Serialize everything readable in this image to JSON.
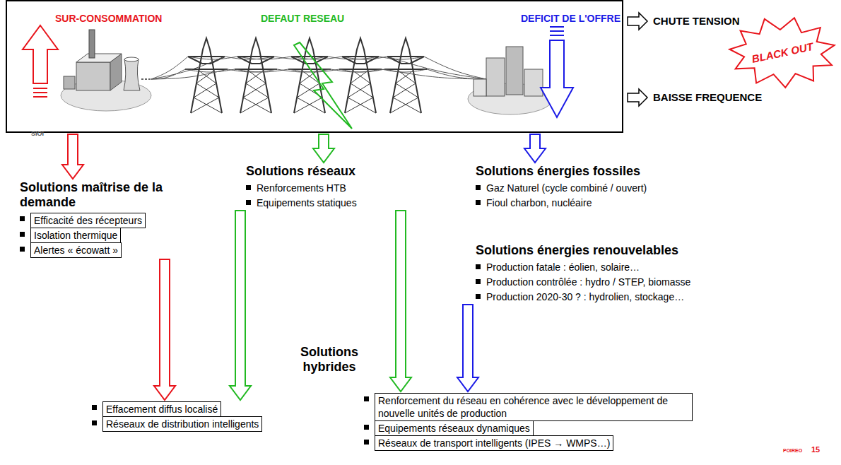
{
  "diagram": {
    "nodes": [
      {
        "text": [
          "SUR-CONSOMMATION",
          "DEFAUT RESEAU",
          "DEFICIT DE L'OFFRE"
        ]
      },
      {
        "text": [
          "BLACK OUT"
        ]
      },
      {
        "text": [
          "Solutions maîtrise de la demande",
          "Efficacité des récepteurs",
          "Isolation thermique",
          "Alertes « écowatt »"
        ]
      },
      {
        "text": [
          "Solutions réseaux",
          "Renforcements HTB",
          "Equipements statiques"
        ]
      },
      {
        "text": [
          "Solutions énergies fossiles",
          "Gaz Naturel (cycle combiné / ouvert)",
          "Fioul charbon, nucléaire"
        ]
      },
      {
        "text": [
          "Solutions énergies renouvelables",
          "Production fatale : éolien, solaire…",
          "Production contrôlée : hydro / STEP, biomasse",
          "Production 2020-30 ? : hydrolien, stockage…"
        ]
      },
      {
        "text": [
          "Effacement diffus localisé",
          "Réseaux de distribution intelligents"
        ]
      },
      {
        "text": [
          "Renforcement du réseau en cohérence avec le développement de nouvelle unités de production",
          "Equipements réseaux dynamiques",
          "Réseaux de transport intelligents (IPES → WMPS…)"
        ]
      }
    ],
    "edges": [
      {
        "from": 0,
        "to": 2,
        "arrow": "to"
      },
      {
        "from": 0,
        "to": 3,
        "arrow": "to"
      },
      {
        "from": 0,
        "to": 4,
        "arrow": "to"
      },
      {
        "from": 2,
        "to": 6,
        "arrow": "to"
      },
      {
        "from": 3,
        "to": 6,
        "arrow": "to"
      },
      {
        "from": 3,
        "to": 7,
        "arrow": "to"
      },
      {
        "from": 5,
        "to": 7,
        "arrow": "to"
      }
    ],
    "labels": [
      "CHUTE TENSION",
      "BAISSE FREQUENCE",
      "Solutions hybrides",
      "SIOI",
      "POIREO",
      "15"
    ]
  }
}
